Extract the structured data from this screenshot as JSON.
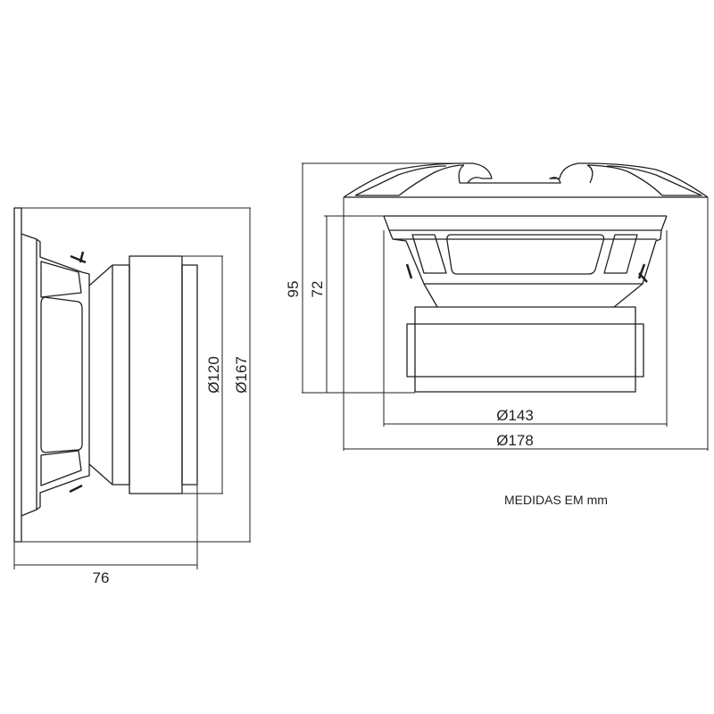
{
  "side_view": {
    "dim_depth": "76",
    "dim_magnet_diameter": "Ø120",
    "dim_frame_diameter": "Ø167"
  },
  "front_view": {
    "dim_total_height": "95",
    "dim_mount_depth": "72",
    "dim_cutout_diameter": "Ø143",
    "dim_outer_diameter": "Ø178"
  },
  "note": "MEDIDAS EM mm",
  "colors": {
    "line": "#231f20",
    "background": "#ffffff"
  }
}
